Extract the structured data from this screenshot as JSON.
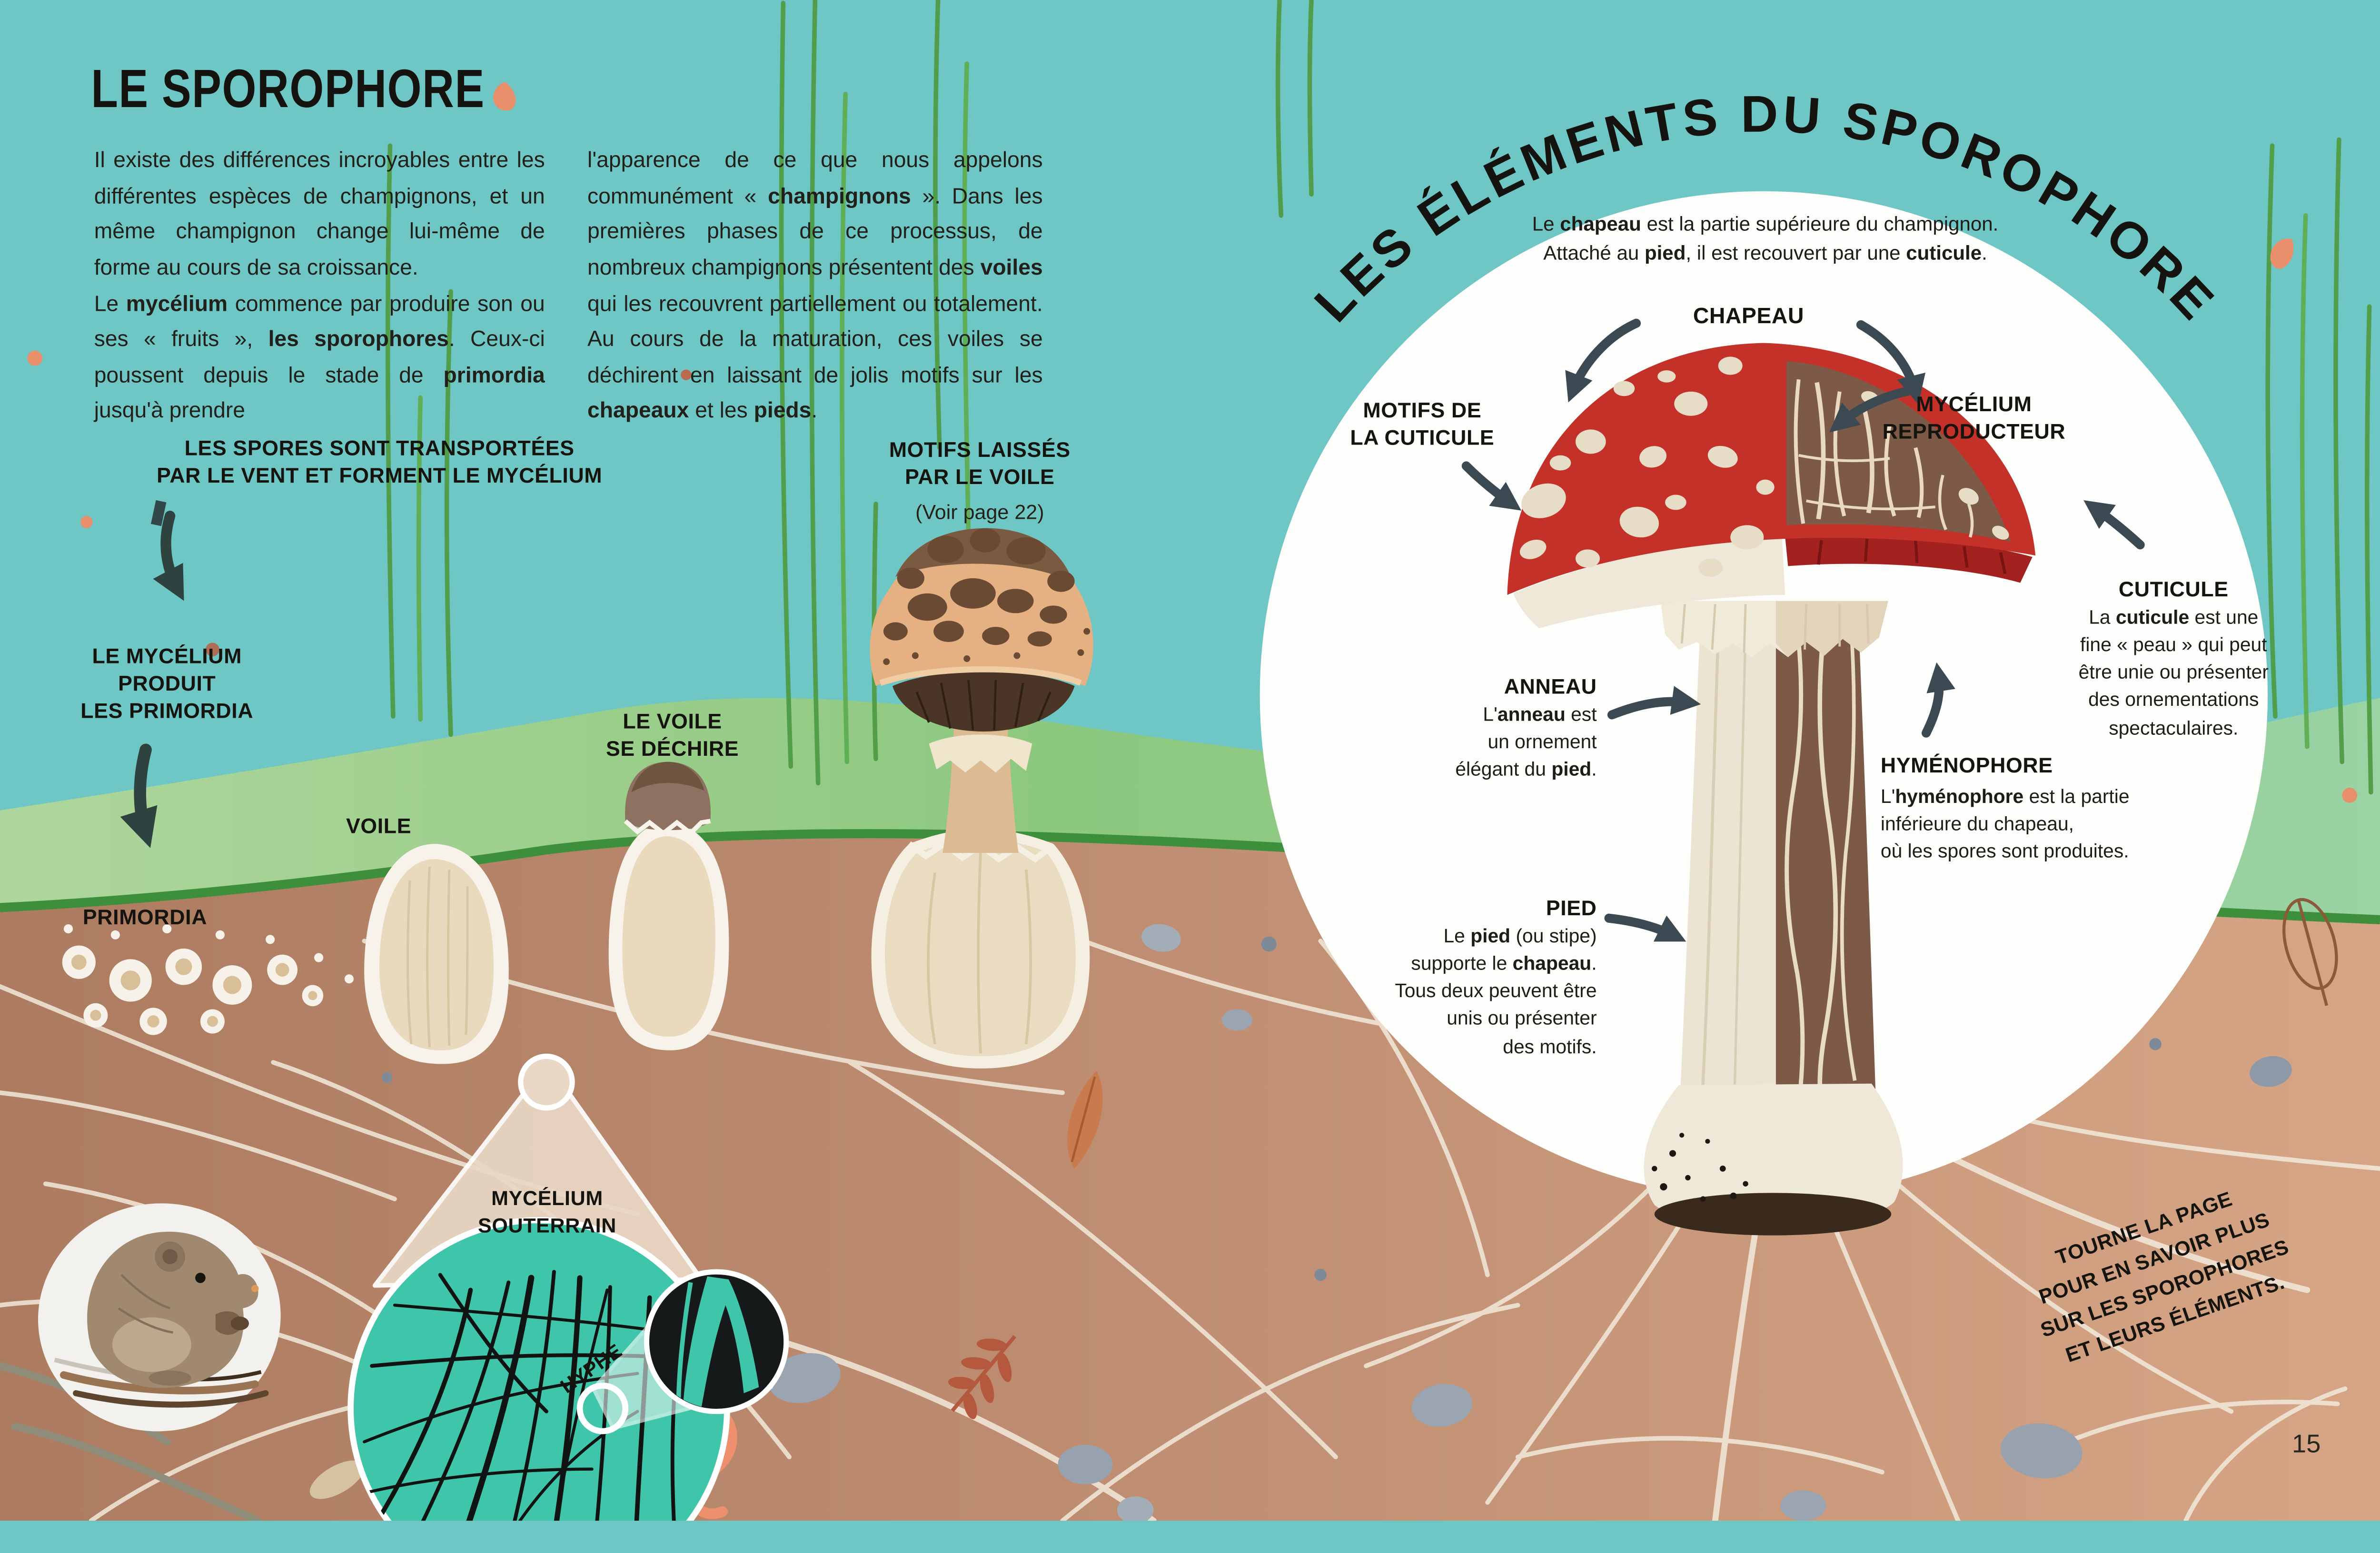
{
  "page": {
    "left": {
      "title": "LE SPOROPHORE",
      "col1": "Il existe des différences incroyables entre les différentes espèces de champignons, et un même champignon change lui-même de forme au cours de sa croissance.\nLe **mycélium** commence par produire son ou ses « fruits », **les sporophores**. Ceux-ci poussent depuis le stade de **primordia** jusqu'à prendre",
      "col2": "l'apparence de ce que nous appelons communément « **champignons** ». Dans les premières phases de ce processus, de nombreux champignons présentent des **voiles** qui les recouvrent partiellement ou totalement. Au cours de la maturation, ces voiles se déchirent en laissant de jolis motifs sur les **chapeaux** et les **pieds**.",
      "label_spores": "LES SPORES SONT TRANSPORTÉES\nPAR LE VENT ET FORMENT LE MYCÉLIUM",
      "label_mycelium_produit": "LE MYCÉLIUM\nPRODUIT\nLES PRIMORDIA",
      "label_primordia": "PRIMORDIA",
      "label_voile": "VOILE",
      "label_voile_dechire": "LE VOILE\nSE DÉCHIRE",
      "label_motifs_voile": "MOTIFS LAISSÉS\nPAR LE VOILE",
      "label_motifs_ref": "(Voir page 22)",
      "label_mycelium_souterrain": "MYCÉLIUM\nSOUTERRAIN",
      "label_hyphe": "HYPHE"
    },
    "right": {
      "title": "LES ÉLÉMENTS DU SPOROPHORE",
      "intro": "Le **chapeau** est la partie supérieure du champignon.\nAttaché au **pied**, il est recouvert par une **cuticule**.",
      "chapeau_heading": "CHAPEAU",
      "mycelium_reproducteur_heading": "MYCÉLIUM\nREPRODUCTEUR",
      "motifs_cuticule_heading": "MOTIFS DE\nLA CUTICULE",
      "cuticule_heading": "CUTICULE",
      "cuticule_body": "La **cuticule** est une\nfine « peau » qui peut\nêtre unie ou présenter\ndes ornementations\nspectaculaires.",
      "anneau_heading": "ANNEAU",
      "anneau_body": "L'**anneau** est\nun ornement\nélégant du **pied**.",
      "hymenophore_heading": "HYMÉNOPHORE",
      "hymenophore_body": "L'**hyménophore** est la partie\ninférieure du chapeau,\noù les spores sont produites.",
      "pied_heading": "PIED",
      "pied_body": "Le **pied** (ou stipe)\nsupporte le **chapeau**.\nTous deux peuvent être\nunis ou présenter\ndes motifs.",
      "turn_note": "TOURNE LA PAGE\nPOUR EN SAVOIR PLUS\nSUR LES SPOROPHORES\nET LEURS ÉLÉMENTS.",
      "page_number": "15"
    },
    "colors": {
      "sky": "#6FC7C5",
      "grass": "#9CD08C",
      "grass_line": "#4F9C45",
      "soil": "#B98A6A",
      "soil_light": "#D4A383",
      "ink": "#15140F",
      "arrow": "#3B4A52",
      "cap_red": "#C43129",
      "cutaway_brown": "#7C5A47",
      "cream": "#EFE8D9",
      "mycelium_teal": "#3FC5A9",
      "coral": "#E8906C",
      "paper_circle": "#FDFDFC"
    }
  }
}
